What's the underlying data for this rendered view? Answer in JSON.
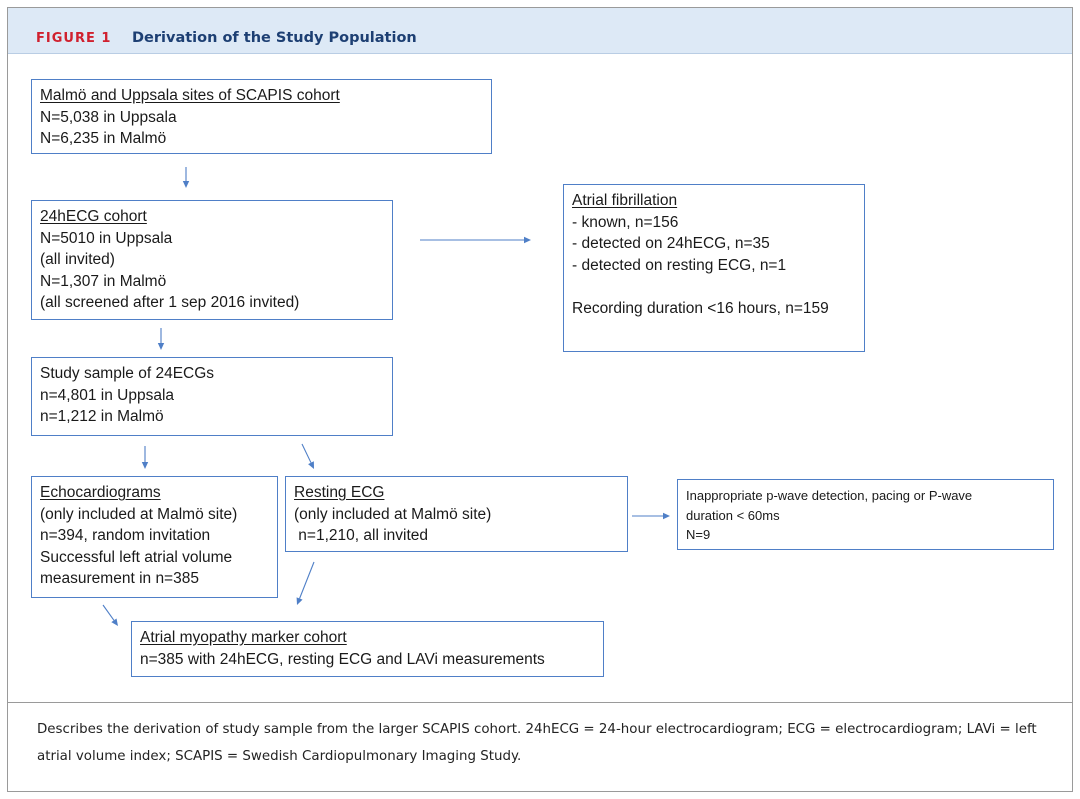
{
  "figure": {
    "label": "FIGURE 1",
    "title": "Derivation of the Study Population"
  },
  "boxes": {
    "cohort": {
      "title": "Malmö and Uppsala sites of SCAPIS cohort",
      "lines": [
        "N=5,038 in Uppsala",
        "N=6,235 in Malmö"
      ]
    },
    "holter": {
      "title": "24hECG cohort",
      "lines": [
        "N=5010 in Uppsala",
        "(all invited)",
        "N=1,307 in Malmö",
        "(all screened after 1 sep 2016 invited)"
      ]
    },
    "af": {
      "title": "Atrial fibrillation",
      "lines": [
        "- known, n=156",
        "- detected on 24hECG, n=35",
        "- detected on resting ECG, n=1"
      ],
      "extra": "Recording duration <16 hours, n=159"
    },
    "study": {
      "title": "Study sample of 24ECGs",
      "lines": [
        "n=4,801 in Uppsala",
        "n=1,212 in Malmö"
      ]
    },
    "echo": {
      "title": "Echocardiograms",
      "lines": [
        "(only included at Malmö site)",
        "n=394, random invitation",
        "Successful left atrial volume",
        "measurement in n=385"
      ]
    },
    "resting": {
      "title": "Resting ECG",
      "lines": [
        "(only included at Malmö site)",
        " n=1,210, all invited"
      ]
    },
    "pwave": {
      "lines": [
        "Inappropriate p-wave detection, pacing or P-wave",
        "duration < 60ms",
        "N=9"
      ]
    },
    "marker": {
      "title": "Atrial myopathy marker cohort",
      "lines": [
        "n=385 with 24hECG, resting ECG and LAVi measurements"
      ]
    }
  },
  "caption": "Describes the derivation of study sample from the larger SCAPIS cohort. 24hECG = 24-hour electrocardiogram; ECG = electrocardiogram; LAVi = left atrial volume index; SCAPIS = Swedish Cardiopulmonary Imaging Study.",
  "colors": {
    "header_background": "#dde9f6",
    "figure_label": "#d0202e",
    "figure_title": "#1d3f73",
    "box_border": "#4f7fc7",
    "arrow": "#4f7fc7"
  }
}
